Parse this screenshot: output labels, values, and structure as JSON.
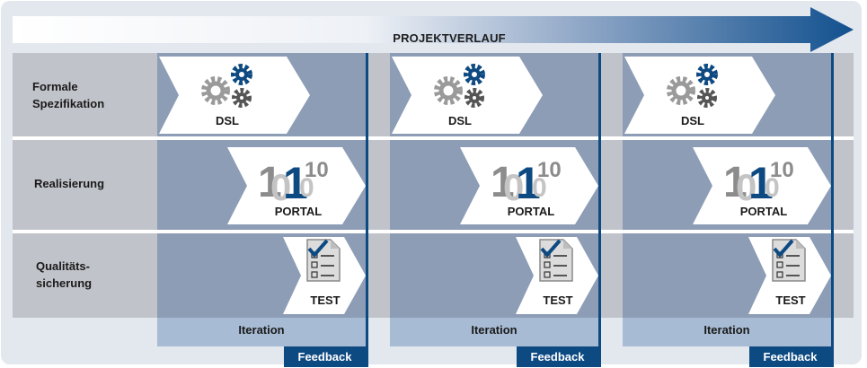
{
  "header": {
    "title": "PROJEKTVERLAUF"
  },
  "rows": [
    {
      "label_lines": [
        "Formale",
        "Spezifikation"
      ]
    },
    {
      "label_lines": [
        "Realisierung"
      ]
    },
    {
      "label_lines": [
        "Qualitäts-",
        "sicherung"
      ]
    }
  ],
  "iterations": [
    {
      "dsl": "DSL",
      "portal": "PORTAL",
      "portal_glyphs": {
        "a": "1",
        "b": "0",
        "c": "1",
        "d": "0",
        "sup": "10"
      },
      "test": "TEST",
      "iteration_label": "Iteration",
      "feedback_label": "Feedback"
    },
    {
      "dsl": "DSL",
      "portal": "PORTAL",
      "portal_glyphs": {
        "a": "1",
        "b": "0",
        "c": "1",
        "d": "0",
        "sup": "10"
      },
      "test": "TEST",
      "iteration_label": "Iteration",
      "feedback_label": "Feedback"
    },
    {
      "dsl": "DSL",
      "portal": "PORTAL",
      "portal_glyphs": {
        "a": "1",
        "b": "0",
        "c": "1",
        "d": "0",
        "sup": "10"
      },
      "test": "TEST",
      "iteration_label": "Iteration",
      "feedback_label": "Feedback"
    }
  ],
  "colors": {
    "accent_blue": "#0e4a82",
    "column_fill": "#8d9db6",
    "band_fill": "#c0c3c9",
    "iteration_fill": "#a7bbd4",
    "gear_gray": "#9a9a9a",
    "gear_dark": "#555555"
  },
  "icons": [
    "gears-icon",
    "binary-code-icon",
    "checklist-icon"
  ]
}
